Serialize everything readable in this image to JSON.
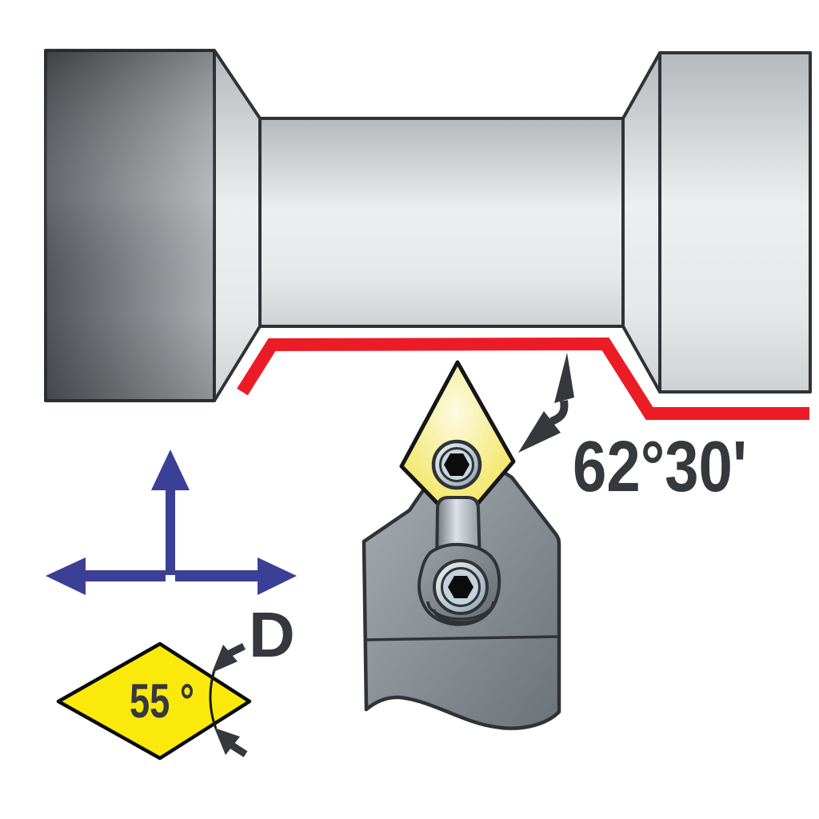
{
  "diagram": {
    "description": "Lathe turning tool application diagram: workpiece profile with red cutting path, tool holder with 55-degree D-type diamond insert, approach angle 62 deg 30 min, feed direction arrows",
    "annotations": {
      "approach_angle_label": "62°30'",
      "insert_point_angle_label": "55 °",
      "insert_shape_code": "D"
    },
    "colors": {
      "cut_path_red": "#EC1C26",
      "feed_arrow_blue": "#3B3F96",
      "insert_yellow": "#F0E356",
      "legend_diamond_yellow": "#FBE90B",
      "annotation_dark": "#35383D",
      "outline_dark": "#2F3338",
      "holder_gray": "#8A929A",
      "workpiece_dark_gray": "#54585C",
      "workpiece_light_gray": "#ECEDEE",
      "screw_steel_blue": "#C7D5E0"
    }
  }
}
